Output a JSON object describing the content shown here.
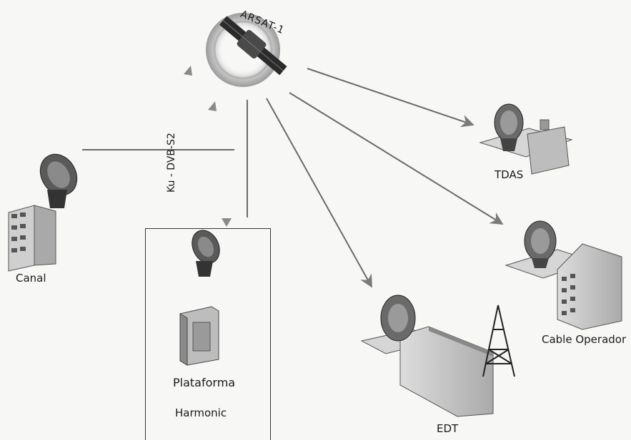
{
  "satellite": {
    "label": "ARSAT-1",
    "icon": "satellite-icon"
  },
  "uplink": {
    "label": "Ku - DVB-S2"
  },
  "nodes": {
    "canal": {
      "label": "Canal",
      "icon": "dish-building-icon"
    },
    "tdas": {
      "label": "TDAS",
      "icon": "dish-house-icon"
    },
    "cable_operador": {
      "label": "Cable Operador",
      "icon": "dish-building-icon"
    },
    "edt": {
      "label": "EDT",
      "icon": "dish-tower-icon"
    },
    "plataforma": {
      "label": "Plataforma",
      "sublabel": "Harmonic",
      "icon": "dish-server-icon"
    }
  },
  "colors": {
    "line": "#6a6a6a",
    "arrow": "#7a7a7a",
    "background": "#f7f7f5"
  }
}
